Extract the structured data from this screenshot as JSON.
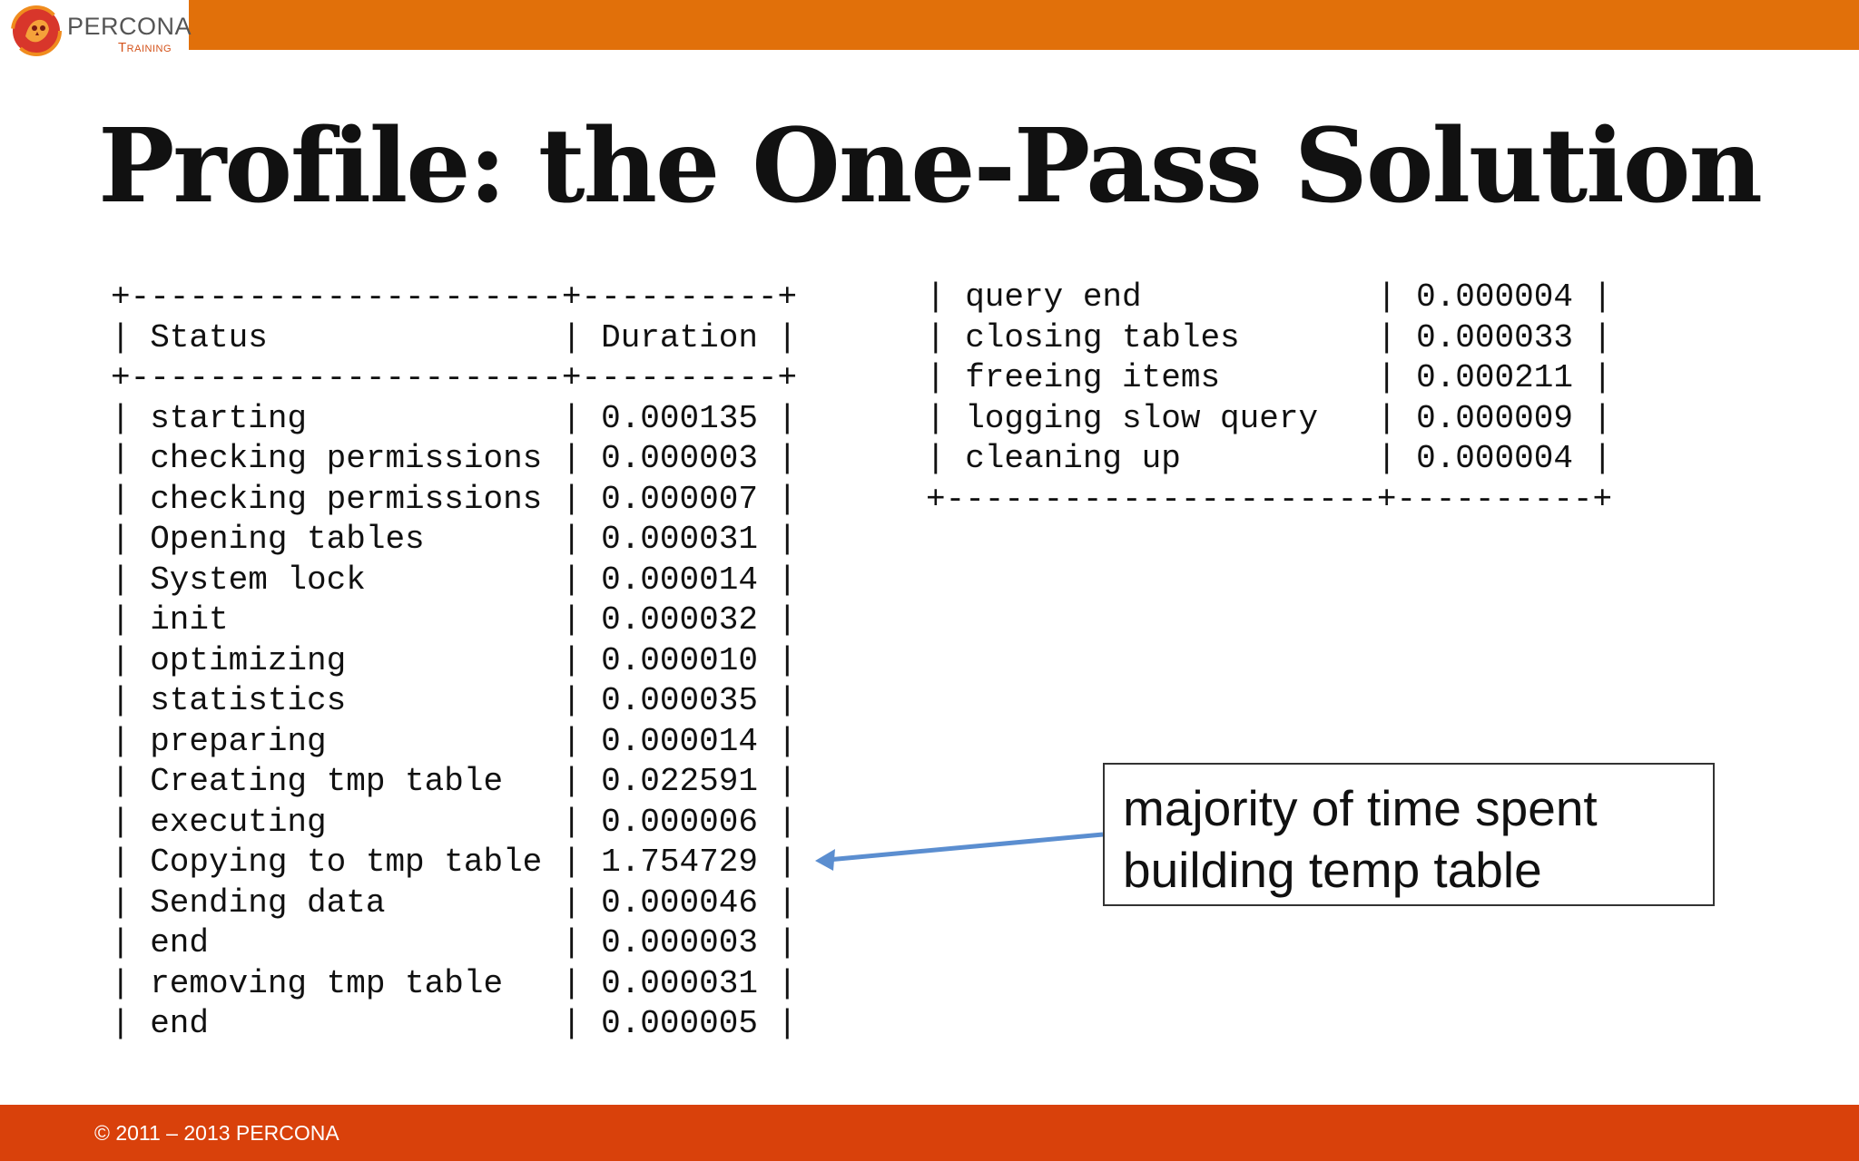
{
  "header": {
    "logo_name": "PERCONA",
    "logo_sub": "Training",
    "colors": {
      "top_bar": "#e1700a",
      "bottom_bar": "#d9410b"
    }
  },
  "slide": {
    "title": "Profile: the One-Pass Solution"
  },
  "profile": {
    "columns": [
      "Status",
      "Duration"
    ],
    "left_rows": [
      [
        "starting",
        "0.000135"
      ],
      [
        "checking permissions",
        "0.000003"
      ],
      [
        "checking permissions",
        "0.000007"
      ],
      [
        "Opening tables",
        "0.000031"
      ],
      [
        "System lock",
        "0.000014"
      ],
      [
        "init",
        "0.000032"
      ],
      [
        "optimizing",
        "0.000010"
      ],
      [
        "statistics",
        "0.000035"
      ],
      [
        "preparing",
        "0.000014"
      ],
      [
        "Creating tmp table",
        "0.022591"
      ],
      [
        "executing",
        "0.000006"
      ],
      [
        "Copying to tmp table",
        "1.754729"
      ],
      [
        "Sending data",
        "0.000046"
      ],
      [
        "end",
        "0.000003"
      ],
      [
        "removing tmp table",
        "0.000031"
      ],
      [
        "end",
        "0.000005"
      ]
    ],
    "right_rows": [
      [
        "query end",
        "0.000004"
      ],
      [
        "closing tables",
        "0.000033"
      ],
      [
        "freeing items",
        "0.000211"
      ],
      [
        "logging slow query",
        "0.000009"
      ],
      [
        "cleaning up",
        "0.000004"
      ]
    ]
  },
  "callout": {
    "line1": "majority of time spent",
    "line2": "building temp table"
  },
  "footer": {
    "copyright": "© 2011 – 2013 PERCONA"
  }
}
